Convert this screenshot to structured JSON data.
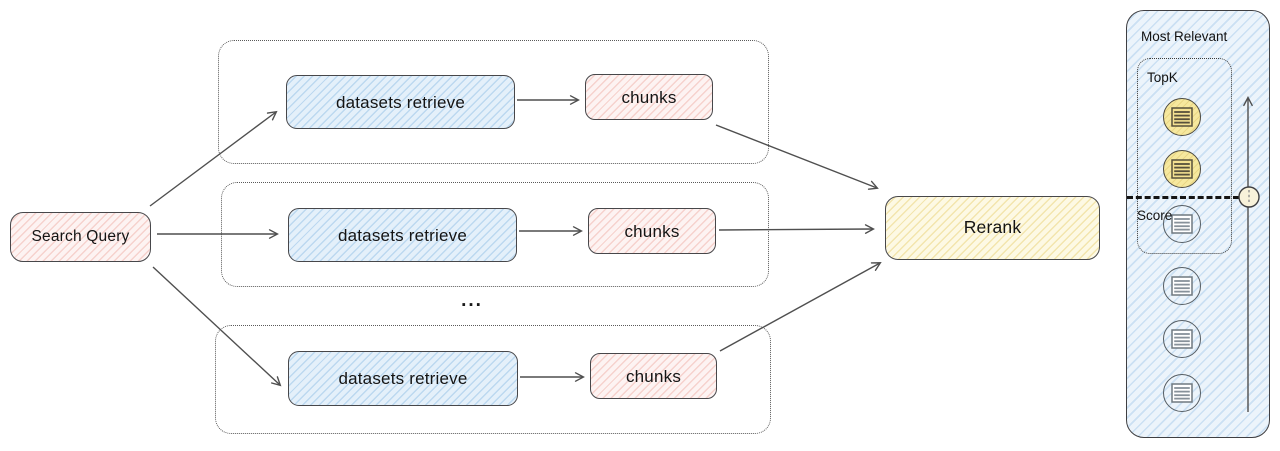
{
  "diagram": {
    "search_query_label": "Search Query",
    "ellipsis": "...",
    "rerank_label": "Rerank",
    "groups": [
      {
        "retrieve_label": "datasets retrieve",
        "chunks_label": "chunks"
      },
      {
        "retrieve_label": "datasets retrieve",
        "chunks_label": "chunks"
      },
      {
        "retrieve_label": "datasets retrieve",
        "chunks_label": "chunks"
      }
    ],
    "panel": {
      "title": "Most Relevant",
      "topk_label": "TopK",
      "score_label": "Score",
      "topk_document_count": 2,
      "below_threshold_document_count": 4
    },
    "icons": {
      "document_icon": "square-with-horizontal-text-lines",
      "up_arrow_icon": "upward-ranking-arrow",
      "threshold_marker_icon": "small-circle-on-arrow"
    },
    "colors": {
      "query_fill": "#fdf3f2",
      "retrieve_fill": "#e4f0fa",
      "chunks_fill": "#fdf3f2",
      "rerank_fill": "#fdf9e4",
      "panel_fill": "#ecf4fb",
      "topk_doc_fill": "#f6e89e",
      "stroke": "#47474a",
      "arrow": "#4f4f4f"
    }
  }
}
